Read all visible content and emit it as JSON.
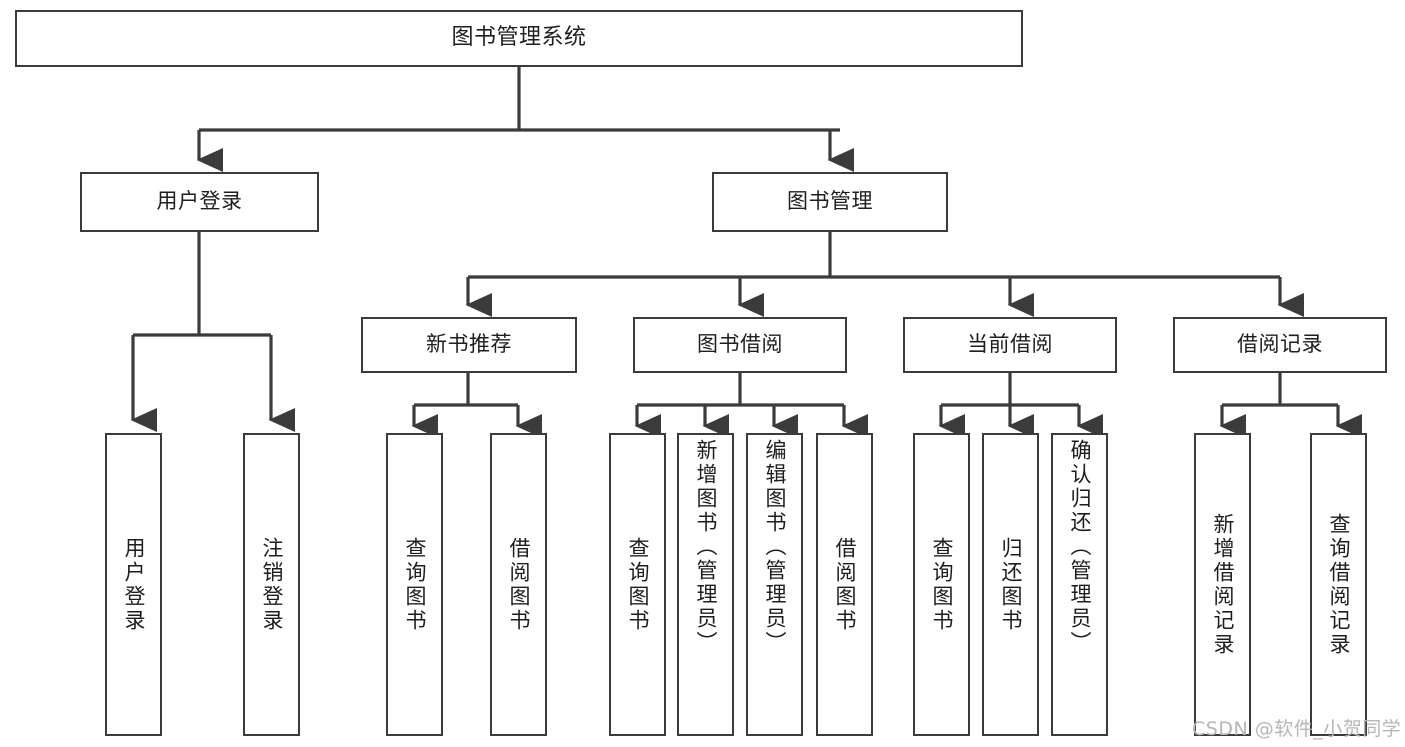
{
  "diagram": {
    "type": "hierarchy-tree",
    "title": "图书管理系统",
    "background_color": "#ffffff",
    "line_color": "#3b3b3b",
    "box_fill": "#ffffff"
  },
  "nodes": {
    "root": {
      "label": "图书管理系统"
    },
    "level2": [
      {
        "label": "用户登录"
      },
      {
        "label": "图书管理"
      }
    ],
    "level3": [
      {
        "label": "新书推荐"
      },
      {
        "label": "图书借阅"
      },
      {
        "label": "当前借阅"
      },
      {
        "label": "借阅记录"
      }
    ],
    "leaves": {
      "user_login": [
        {
          "label": "用户登录"
        },
        {
          "label": "注销登录"
        }
      ],
      "new_book_rec": [
        {
          "label": "查询图书"
        },
        {
          "label": "借阅图书"
        }
      ],
      "book_borrow": [
        {
          "label": "查询图书"
        },
        {
          "label": "新增图书（管理员）"
        },
        {
          "label": "编辑图书（管理员）"
        },
        {
          "label": "借阅图书"
        }
      ],
      "current_borrow": [
        {
          "label": "查询图书"
        },
        {
          "label": "归还图书"
        },
        {
          "label": "确认归还（管理员）"
        }
      ],
      "borrow_record": [
        {
          "label": "新增借阅记录"
        },
        {
          "label": "查询借阅记录"
        }
      ]
    }
  },
  "watermark": {
    "text": "CSDN @软件_小贺同学"
  }
}
